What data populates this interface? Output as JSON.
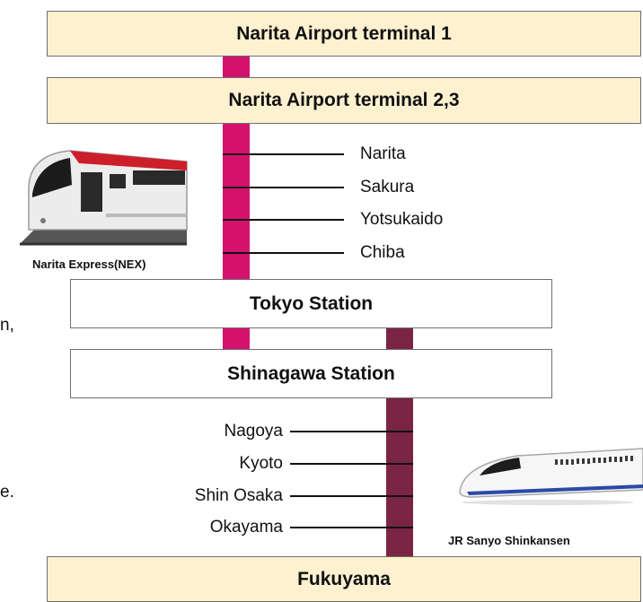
{
  "terminals": {
    "t1": "Narita Airport terminal 1",
    "t23": "Narita Airport terminal 2,3"
  },
  "nex_stops": [
    "Narita",
    "Sakura",
    "Yotsukaido",
    "Chiba"
  ],
  "hubs": {
    "tokyo": "Tokyo Station",
    "shinagawa": "Shinagawa Station"
  },
  "shinkansen_stops": [
    "Nagoya",
    "Kyoto",
    "Shin Osaka",
    "Okayama"
  ],
  "destination": "Fukuyama",
  "captions": {
    "nex": "Narita Express(NEX)",
    "shinkansen": "JR Sanyo Shinkansen"
  },
  "edge_fragments": {
    "a": "n,",
    "b": "e."
  },
  "colors": {
    "nex_line": "#d4126e",
    "shinkansen_line": "#7b2443",
    "terminal_fill": "#fdf1d0"
  }
}
